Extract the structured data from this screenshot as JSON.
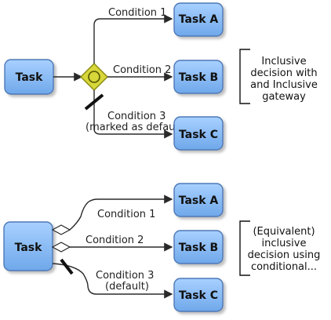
{
  "colors": {
    "task_fill_top": "#a8d0ff",
    "task_fill_bottom": "#6fa8ea",
    "task_border": "#4d79b8",
    "gateway_fill": "#d7d63a",
    "gateway_border": "#8d8d15",
    "line": "#2a2a2a"
  },
  "top": {
    "source_task": "Task",
    "tasks": [
      "Task A",
      "Task B",
      "Task C"
    ],
    "conditions": [
      "Condition 1",
      "Condition 2",
      "Condition 3",
      "(marked as default)"
    ],
    "note_lines": [
      "Inclusive",
      "decision with",
      "and Inclusive",
      "gateway"
    ]
  },
  "bottom": {
    "source_task": "Task",
    "tasks": [
      "Task A",
      "Task B",
      "Task C"
    ],
    "conditions": [
      "Condition 1",
      "Condition 2",
      "Condition 3",
      "(default)"
    ],
    "note_lines": [
      "(Equivalent)",
      "inclusive",
      "decision using",
      "conditional..."
    ]
  }
}
